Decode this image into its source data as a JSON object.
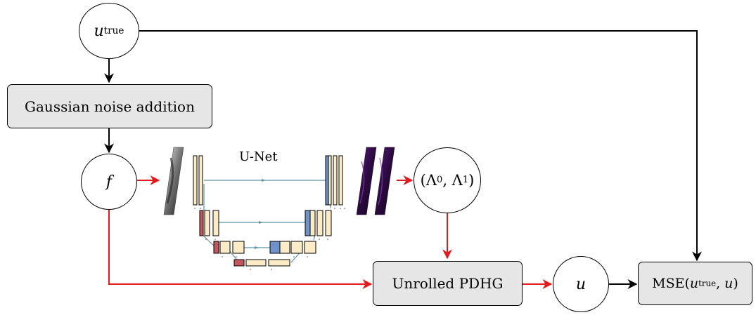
{
  "nodes": {
    "u_true": {
      "main": "u",
      "sub": "true"
    },
    "noise": {
      "label": "Gaussian noise addition"
    },
    "f": {
      "label": "f"
    },
    "unet": {
      "label": "U-Net"
    },
    "lambda": {
      "label": "(Λ",
      "sub0": "0",
      "mid": ", Λ",
      "sub1": "1",
      "close": ")"
    },
    "pdhg": {
      "label": "Unrolled PDHG"
    },
    "u": {
      "label": "u"
    },
    "mse": {
      "prefix": "MSE(",
      "main": "u",
      "sub": "true",
      "sep": ", ",
      "arg2": "u",
      "suffix": ")"
    }
  },
  "colors": {
    "arrow_black": "#000000",
    "arrow_red": "#e31a1c",
    "box_fill": "#e6e6e6",
    "unet_block": "#fbecc7",
    "unet_pool": "#c5565c",
    "unet_up": "#6f93c9",
    "unet_skip": "#5d93a3",
    "feature_map": "#3a0b52"
  }
}
